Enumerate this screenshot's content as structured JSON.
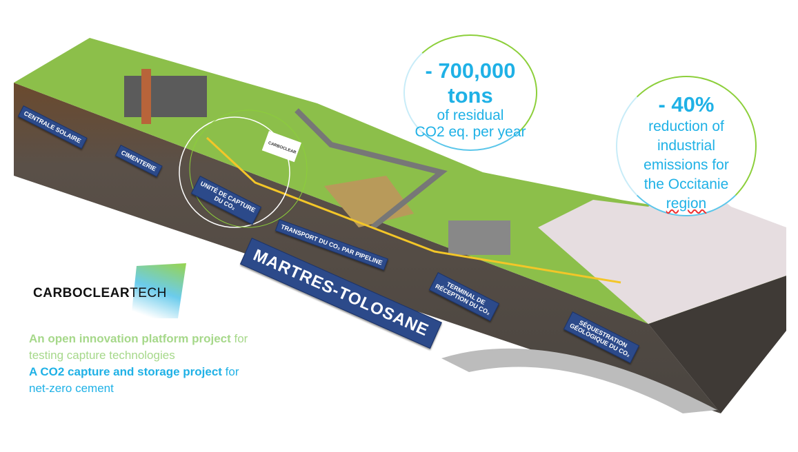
{
  "illustration": {
    "labels": {
      "solar": "CENTRALE SOLAIRE",
      "cement": "CIMENTERIE",
      "capture": "UNITÉ DE CAPTURE\nDU CO₂",
      "transport": "TRANSPORT DU CO₂ PAR PIPELINE",
      "town": "MARTRES-TOLOSANE",
      "terminal": "TERMINAL DE\nRÉCEPTION DU CO₂",
      "sequestration": "SÉQUESTRATION\nGÉOLOGIQUE DU CO₂",
      "billboard": "CARBOCLEAR"
    }
  },
  "stat1": {
    "value": "- 700,000",
    "unit": "tons",
    "line1": "of residual",
    "line2": "CO2 eq. per year"
  },
  "stat2": {
    "value": "- 40%",
    "line1": "reduction of",
    "line2": "industrial",
    "line3": "emissions for",
    "line4": "the Occitanie",
    "line5": "region"
  },
  "logo": {
    "bold": "CARBOCLEAR",
    "light": "TECH"
  },
  "taglines": [
    {
      "bold": "An open innovation platform project",
      "rest": " for",
      "line2": "testing capture technologies"
    },
    {
      "bold": "A CO2 capture and storage project",
      "rest": " for",
      "line2": "net-zero cement"
    }
  ],
  "colors": {
    "green": "#a6d88a",
    "blue": "#1fb1e6",
    "sign": "#2c4a8a"
  }
}
